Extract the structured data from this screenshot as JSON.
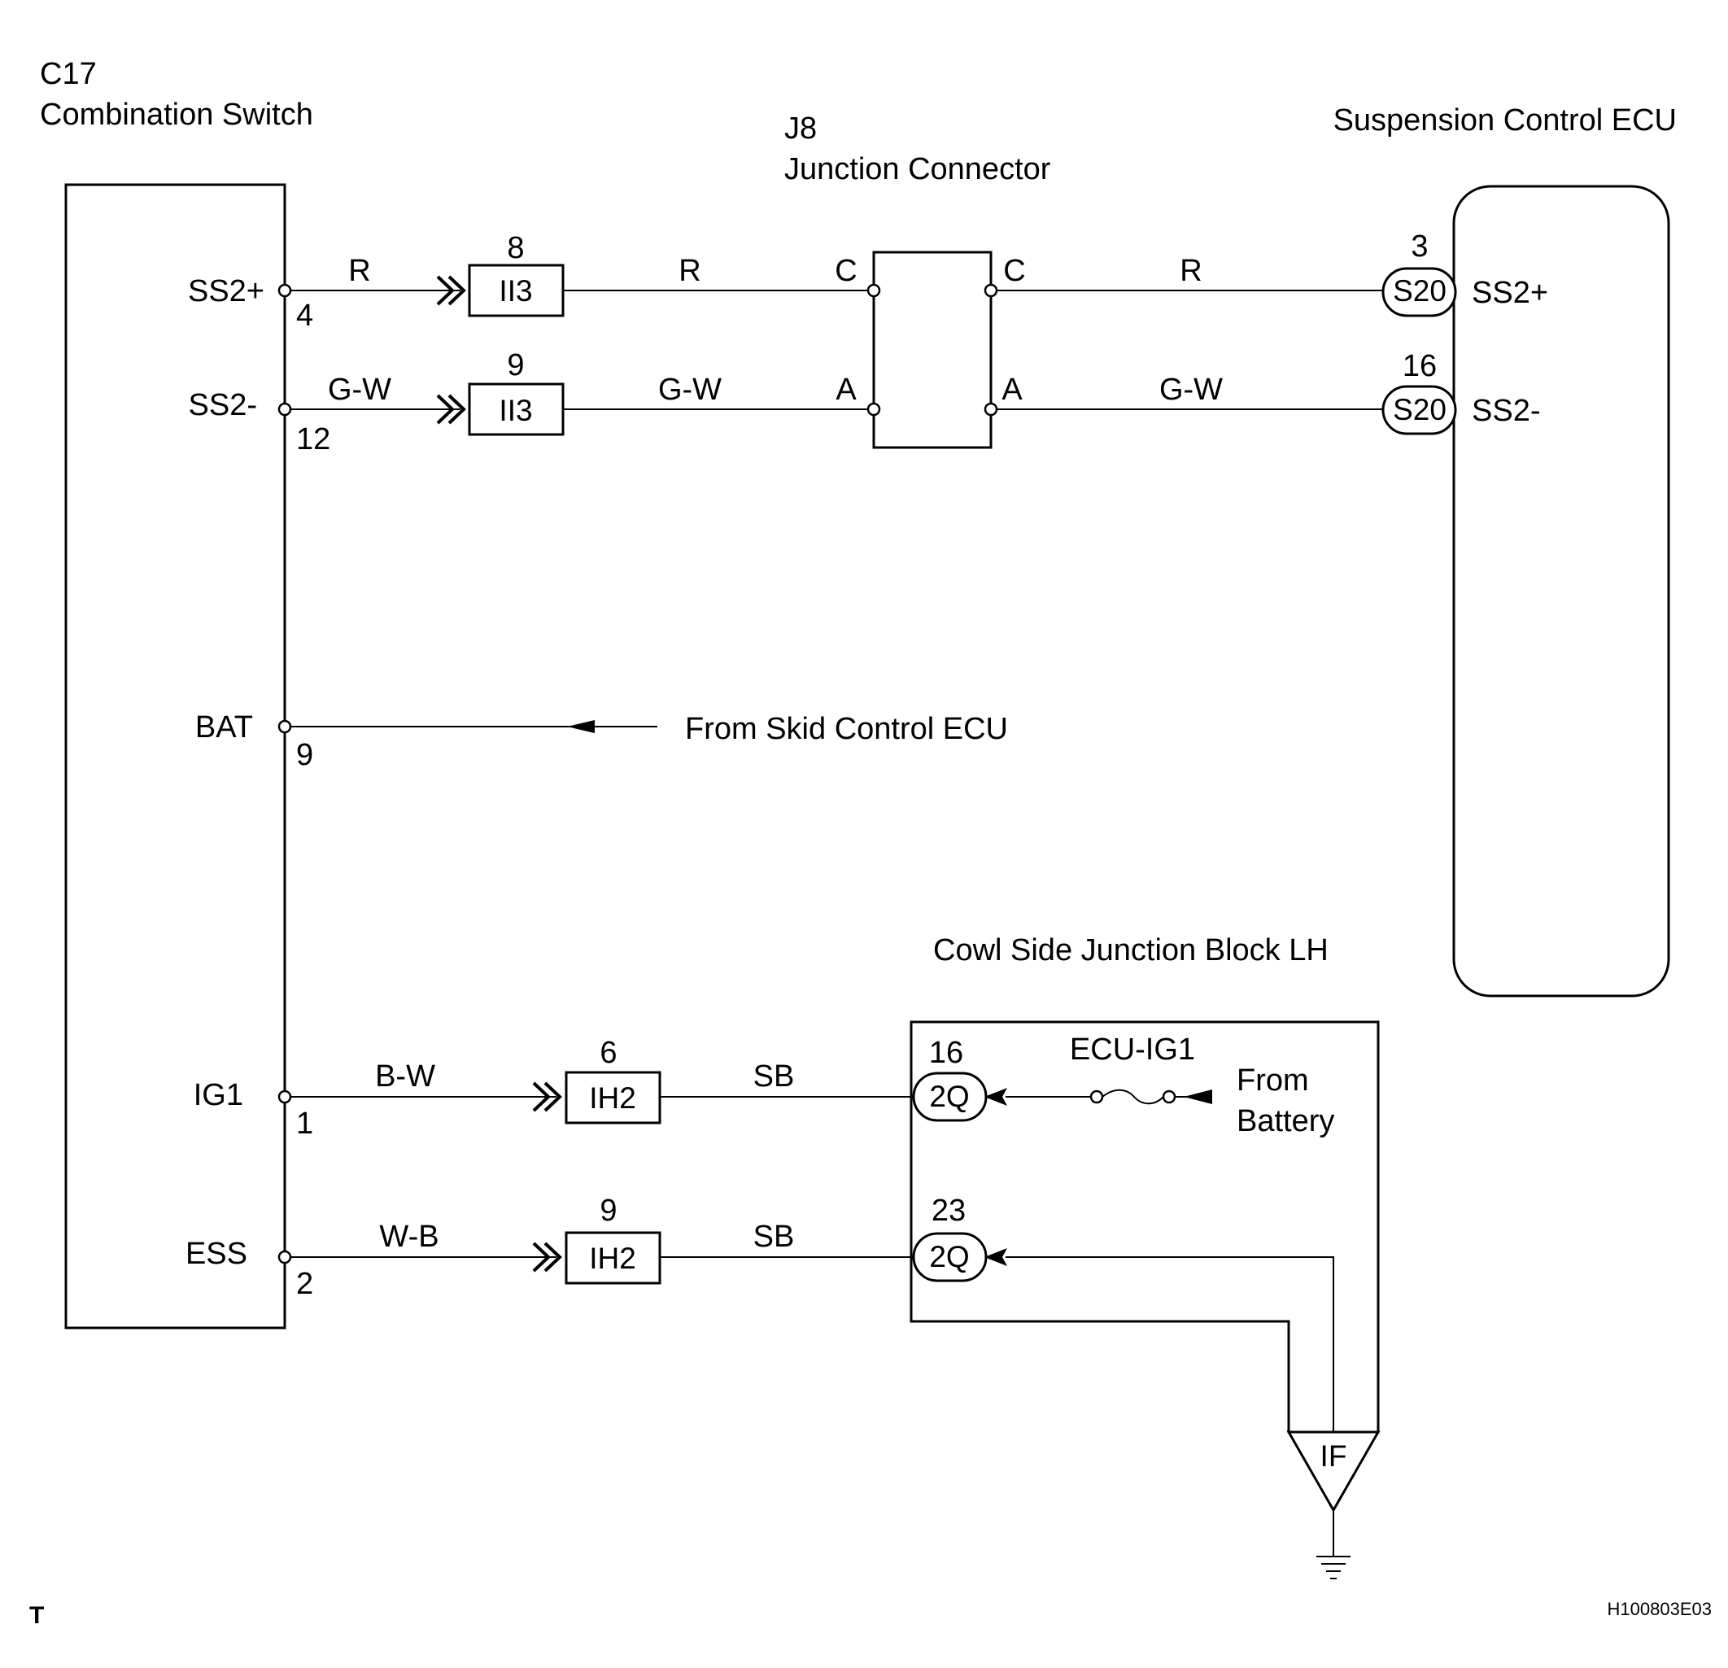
{
  "combination_switch": {
    "connector_id": "C17",
    "name": "Combination Switch",
    "pins": [
      {
        "label": "SS2+",
        "number": "4"
      },
      {
        "label": "SS2-",
        "number": "12"
      },
      {
        "label": "BAT",
        "number": "9"
      },
      {
        "label": "IG1",
        "number": "1"
      },
      {
        "label": "ESS",
        "number": "2"
      }
    ]
  },
  "junction_connector": {
    "connector_id": "J8",
    "name": "Junction Connector",
    "pins": [
      "C",
      "C",
      "A",
      "A"
    ]
  },
  "suspension_ecu": {
    "name": "Suspension Control ECU",
    "pins": [
      {
        "label": "SS2+",
        "number": "3",
        "connector": "S20"
      },
      {
        "label": "SS2-",
        "number": "16",
        "connector": "S20"
      }
    ]
  },
  "wires": [
    {
      "color": "R",
      "inline_connector": "II3",
      "inline_pin": "8",
      "color_mid": "R",
      "color_right": "R"
    },
    {
      "color": "G-W",
      "inline_connector": "II3",
      "inline_pin": "9",
      "color_mid": "G-W",
      "color_right": "G-W"
    },
    {
      "color": "B-W",
      "inline_connector": "IH2",
      "inline_pin": "6",
      "color_mid": "SB"
    },
    {
      "color": "W-B",
      "inline_connector": "IH2",
      "inline_pin": "9",
      "color_mid": "SB"
    }
  ],
  "bat_source": "From Skid Control ECU",
  "cowl_block": {
    "name": "Cowl Side Junction Block LH",
    "pins": [
      {
        "number": "16",
        "connector": "2Q"
      },
      {
        "number": "23",
        "connector": "2Q"
      }
    ],
    "fuse": "ECU-IG1",
    "from_battery_line1": "From",
    "from_battery_line2": "Battery",
    "ground": "IF"
  },
  "footer": {
    "left": "T",
    "code": "H100803E03"
  }
}
